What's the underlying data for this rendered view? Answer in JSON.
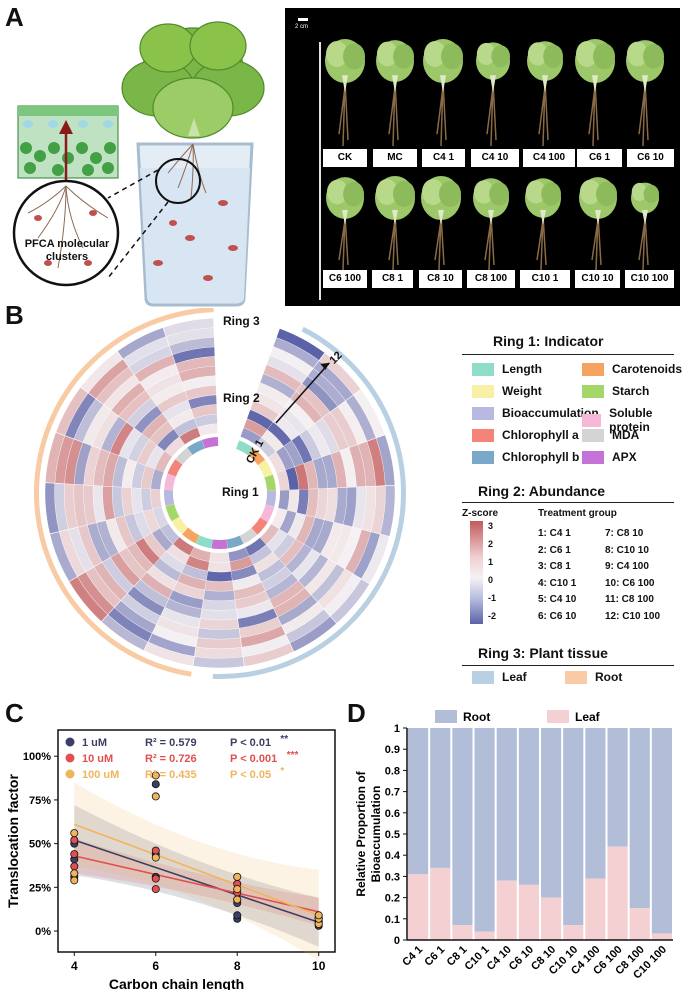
{
  "panels": {
    "a": "A",
    "b": "B",
    "c": "C",
    "d": "D"
  },
  "panel_a": {
    "cluster_label": "PFCA molecular\nclusters",
    "scale_bar": "2 cm",
    "row1": [
      "CK",
      "MC",
      "C4 1",
      "C4 10",
      "C4 100",
      "C6 1",
      "C6 10"
    ],
    "row2": [
      "C6 100",
      "C8 1",
      "C8 10",
      "C8 100",
      "C10 1",
      "C10 10",
      "C10 100"
    ],
    "colors": {
      "leaf": "#8bc34a",
      "cell": "#4caf50",
      "water": "#dfe9f5",
      "pellet": "#c0504d"
    }
  },
  "panel_b": {
    "ring_labels": {
      "ring3": "Ring 3",
      "ring2": "Ring 2",
      "ring1": "Ring 1"
    },
    "start_label": "CK 1",
    "end_label": "12",
    "legend1_title": "Ring 1: Indicator",
    "indicators": [
      {
        "name": "Length",
        "color": "#8fdcc8"
      },
      {
        "name": "Carotenoids",
        "color": "#f4a460"
      },
      {
        "name": "Weight",
        "color": "#f7f0a5"
      },
      {
        "name": "Starch",
        "color": "#a5d66a"
      },
      {
        "name": "Bioaccumulation",
        "color": "#b8b8e0"
      },
      {
        "name": "Soluble protein",
        "color": "#f6b8d9"
      },
      {
        "name": "Chlorophyll a",
        "color": "#f4847a"
      },
      {
        "name": "MDA",
        "color": "#d4d4d4"
      },
      {
        "name": "Chlorophyll b",
        "color": "#7aa8c8"
      },
      {
        "name": "APX",
        "color": "#c572d6"
      }
    ],
    "legend2_title": "Ring 2: Abundance",
    "zscore_title": "Z-score",
    "zscore_ticks": [
      "3",
      "2",
      "1",
      "0",
      "-1",
      "-2"
    ],
    "treatment_title": "Treatment group",
    "treatment_groups": [
      "1: C4 1",
      "7: C8 10",
      "2: C6 1",
      "8: C10 10",
      "3: C8 1",
      "9: C4 100",
      "4: C10 1",
      "10: C6 100",
      "5: C4 10",
      "11: C8 100",
      "6: C6 10",
      "12: C10 100"
    ],
    "legend3_title": "Ring 3: Plant tissue",
    "tissues": [
      {
        "name": "Leaf",
        "color": "#b8d0e2"
      },
      {
        "name": "Root",
        "color": "#f8cba4"
      }
    ],
    "colors": {
      "low": "#5b62a8",
      "mid": "#f5f1f3",
      "high": "#c25a5a"
    }
  },
  "chart_data": [
    {
      "type": "scatter",
      "xlabel": "Carbon chain length",
      "ylabel": "Translocation factor",
      "xticks": [
        "4",
        "6",
        "8",
        "10"
      ],
      "yticks": [
        "0%",
        "25%",
        "50%",
        "75%",
        "100%"
      ],
      "xlim": [
        3.6,
        10.4
      ],
      "ylim": [
        -0.12,
        1.15
      ],
      "series": [
        {
          "name": "1 uM",
          "r2": "R² = 0.579",
          "p": "P < 0.01",
          "stars": "**",
          "color": "#3b3f63",
          "points": [
            [
              4,
              0.31
            ],
            [
              4,
              0.41
            ],
            [
              4,
              0.5
            ],
            [
              6,
              0.31
            ],
            [
              6,
              0.44
            ],
            [
              6,
              0.84
            ],
            [
              8,
              0.07
            ],
            [
              8,
              0.09
            ],
            [
              8,
              0.16
            ],
            [
              10,
              0.03
            ],
            [
              10,
              0.05
            ],
            [
              10,
              0.07
            ]
          ],
          "fit": [
            [
              4,
              0.52
            ],
            [
              10,
              0.05
            ]
          ]
        },
        {
          "name": "10 uM",
          "r2": "R² = 0.726",
          "p": "P < 0.001",
          "stars": "***",
          "color": "#e05050",
          "points": [
            [
              4,
              0.37
            ],
            [
              4,
              0.44
            ],
            [
              4,
              0.52
            ],
            [
              6,
              0.24
            ],
            [
              6,
              0.3
            ],
            [
              6,
              0.46
            ],
            [
              8,
              0.18
            ],
            [
              8,
              0.22
            ],
            [
              8,
              0.27
            ],
            [
              10,
              0.04
            ],
            [
              10,
              0.06
            ],
            [
              10,
              0.08
            ]
          ],
          "fit": [
            [
              4,
              0.43
            ],
            [
              10,
              0.11
            ]
          ]
        },
        {
          "name": "100 uM",
          "r2": "R² = 0.435",
          "p": "P < 0.05",
          "stars": "*",
          "color": "#f0b55c",
          "points": [
            [
              4,
              0.29
            ],
            [
              4,
              0.33
            ],
            [
              4,
              0.56
            ],
            [
              6,
              0.42
            ],
            [
              6,
              0.77
            ],
            [
              6,
              0.89
            ],
            [
              8,
              0.18
            ],
            [
              8,
              0.24
            ],
            [
              8,
              0.31
            ],
            [
              10,
              0.04
            ],
            [
              10,
              0.07
            ],
            [
              10,
              0.09
            ]
          ],
          "fit": [
            [
              4,
              0.61
            ],
            [
              10,
              0.09
            ]
          ]
        }
      ]
    },
    {
      "type": "bar",
      "stacked": true,
      "ylabel": "Relative Proportion of\nBioaccumulation",
      "ylim": [
        0,
        1
      ],
      "yticks": [
        "0",
        "0.1",
        "0.2",
        "0.3",
        "0.4",
        "0.5",
        "0.6",
        "0.7",
        "0.8",
        "0.9",
        "1"
      ],
      "categories": [
        "C4 1",
        "C6 1",
        "C8 1",
        "C10 1",
        "C4 10",
        "C6 10",
        "C8 10",
        "C10 10",
        "C4 100",
        "C6 100",
        "C8 100",
        "C10 100"
      ],
      "series": [
        {
          "name": "Root",
          "color": "#b2bed8",
          "values": [
            0.69,
            0.66,
            0.93,
            0.96,
            0.72,
            0.74,
            0.8,
            0.93,
            0.71,
            0.56,
            0.85,
            0.97
          ]
        },
        {
          "name": "Leaf",
          "color": "#f5d0d3",
          "values": [
            0.31,
            0.34,
            0.07,
            0.04,
            0.28,
            0.26,
            0.2,
            0.07,
            0.29,
            0.44,
            0.15,
            0.03
          ]
        }
      ],
      "legend": [
        "Root",
        "Leaf"
      ]
    }
  ]
}
